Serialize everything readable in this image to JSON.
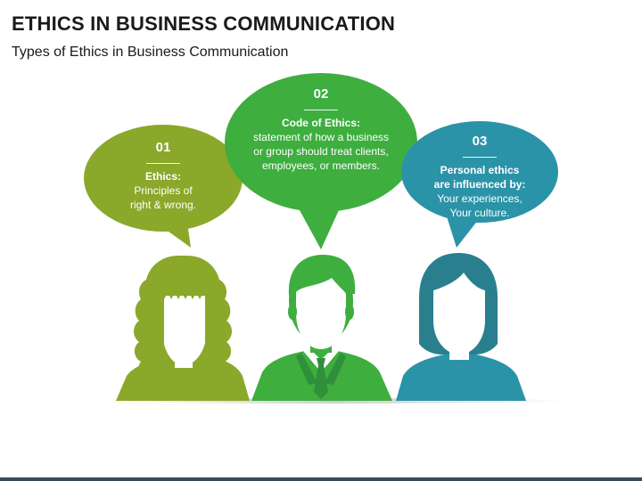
{
  "header": {
    "title": "ETHICS IN BUSINESS COMMUNICATION",
    "subtitle": "Types of Ethics in Business Communication"
  },
  "colors": {
    "olive": "#8aa82a",
    "green": "#3eae3f",
    "teal": "#2b93a8",
    "olive_dark": "#7a9620",
    "green_dark": "#2f8f3a",
    "teal_dark": "#2a7f8e",
    "bar": "#3a4a5c"
  },
  "items": [
    {
      "number": "01",
      "heading": "Ethics:",
      "lines": [
        "Principles of",
        "right & wrong."
      ]
    },
    {
      "number": "02",
      "heading": "Code of Ethics:",
      "lines": [
        "statement of how a business",
        "or group should treat clients,",
        "employees, or members."
      ]
    },
    {
      "number": "03",
      "heading_lines": [
        "Personal ethics",
        "are influenced by:"
      ],
      "lines": [
        "Your experiences,",
        "Your culture."
      ]
    }
  ]
}
